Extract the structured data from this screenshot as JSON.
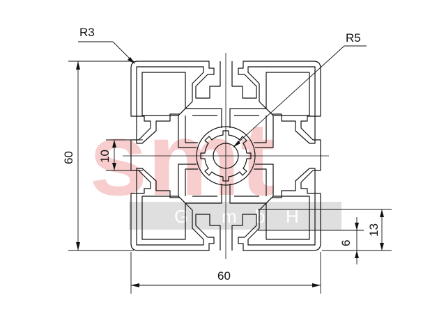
{
  "diagram": {
    "labels": {
      "corner_radius": "R3",
      "center_radius": "R5",
      "height": "60",
      "width": "60",
      "slot_width": "10",
      "slot_depth": "13",
      "wall_thickness": "6"
    },
    "watermark": {
      "logo": "smt",
      "subtext": [
        "G",
        "m",
        "b",
        "H"
      ]
    },
    "colors": {
      "line": "#111111",
      "watermark_red": "#f7c8c8",
      "watermark_band": "#dcdcdc"
    }
  }
}
